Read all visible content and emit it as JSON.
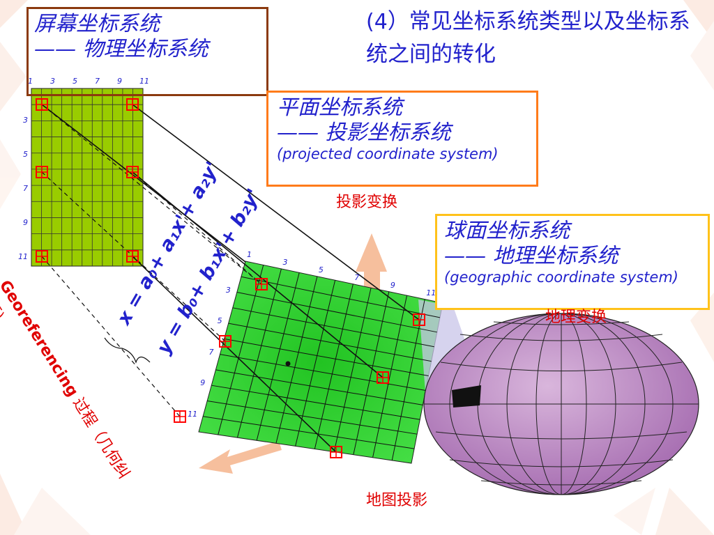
{
  "title": {
    "prefix": "(4",
    "paren": "）",
    "text": "常见坐标系统类型以及坐标系统之间的转化"
  },
  "screen_box": {
    "line1": "屏幕坐标系统",
    "line2": "—— 物理坐标系统"
  },
  "plane_box": {
    "line1": "平面坐标系统",
    "line2": "—— 投影坐标系统",
    "line3": "(projected coordinate system)"
  },
  "sphere_box": {
    "line1": "球面坐标系统",
    "line2": "—— 地理坐标系统",
    "line3": "(geographic coordinate system)"
  },
  "labels": {
    "projection_transform": "投影变换",
    "geographic_transform": "地理变换",
    "map_projection": "地图投影",
    "georeferencing_en": "Georeferencing",
    "georeferencing_cn": " 过程（几何纠",
    "georeferencing_tail": "正)"
  },
  "equations": {
    "x_eq": "x = a₀+ a₁x'+ a₂y'",
    "y_eq": "y = b₀+ b₁x'+ b₂y'"
  },
  "screen_grid": {
    "top_ticks": [
      "1",
      "3",
      "5",
      "7",
      "9",
      "11"
    ],
    "left_ticks": [
      "3",
      "5",
      "7",
      "9",
      "11"
    ]
  },
  "plane_grid": {
    "top_ticks": [
      "1",
      "3",
      "5",
      "7",
      "9",
      "11"
    ],
    "left_ticks": [
      "3",
      "5",
      "7",
      "9",
      "11"
    ]
  },
  "colors": {
    "title_blue": "#2222cc",
    "screen_grid": "#99cc00",
    "plane_grid": "#33cc33",
    "globe": "#b87fc0",
    "label_red": "#e00000",
    "arrow": "#f5b48c"
  }
}
